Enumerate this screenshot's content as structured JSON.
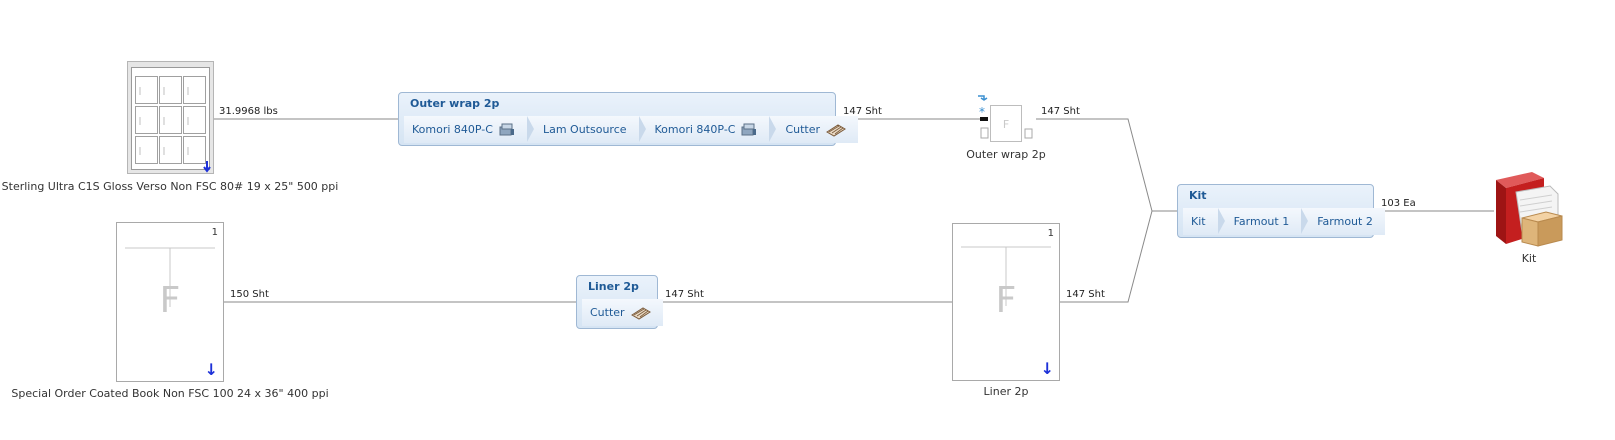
{
  "materials": {
    "paper1": {
      "name": "Sterling Ultra C1S Gloss Verso Non FSC 80# 19 x 25\" 500 ppi"
    },
    "paper2": {
      "name": "Special Order Coated Book Non FSC 100 24 x 36\" 400 ppi",
      "sheet_number": "1",
      "sheet_letter": "F"
    }
  },
  "processes": {
    "outer_wrap": {
      "title": "Outer wrap 2p",
      "steps": [
        {
          "label": "Komori 840P-C",
          "icon": "press-icon"
        },
        {
          "label": "Lam Outsource",
          "icon": ""
        },
        {
          "label": "Komori 840P-C",
          "icon": "press-icon"
        },
        {
          "label": "Cutter",
          "icon": "cutter-icon"
        }
      ]
    },
    "liner": {
      "title": "Liner 2p",
      "steps": [
        {
          "label": "Cutter",
          "icon": "cutter-icon"
        }
      ]
    },
    "kit": {
      "title": "Kit",
      "steps": [
        {
          "label": "Kit"
        },
        {
          "label": "Farmout 1"
        },
        {
          "label": "Farmout 2"
        }
      ]
    }
  },
  "outputs": {
    "outer_wrap": {
      "caption": "Outer wrap 2p",
      "letter": "F"
    },
    "liner": {
      "caption": "Liner 2p",
      "sheet_number": "1",
      "sheet_letter": "F"
    },
    "kit": {
      "caption": "Kit"
    }
  },
  "connections": {
    "paper1_to_outer": "31.9968 lbs",
    "outer_to_output": "147 Sht",
    "outer_output_to_kit": "147 Sht",
    "paper2_to_liner": "150 Sht",
    "liner_to_output": "147 Sht",
    "liner_output_to_kit": "147 Sht",
    "kit_to_output": "103 Ea"
  },
  "colors": {
    "process_title": "#1f5a96",
    "process_border": "#9fb8d4",
    "arrow": "#1d31d8",
    "wire": "#8a8a8a",
    "book": "#c41f1f"
  }
}
